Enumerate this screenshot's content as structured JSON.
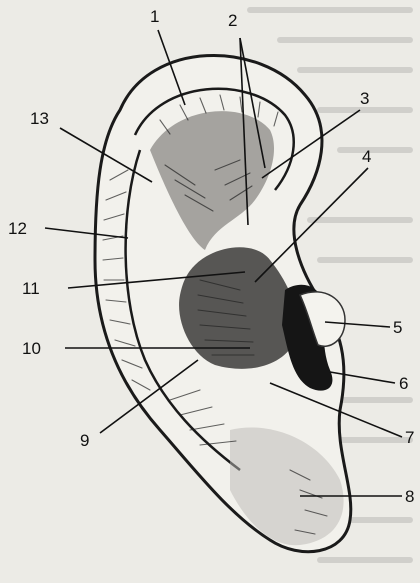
{
  "diagram": {
    "labels": [
      {
        "id": "1",
        "text": "1"
      },
      {
        "id": "2",
        "text": "2"
      },
      {
        "id": "3",
        "text": "3"
      },
      {
        "id": "4",
        "text": "4"
      },
      {
        "id": "5",
        "text": "5"
      },
      {
        "id": "6",
        "text": "6"
      },
      {
        "id": "7",
        "text": "7"
      },
      {
        "id": "8",
        "text": "8"
      },
      {
        "id": "9",
        "text": "9"
      },
      {
        "id": "10",
        "text": "10"
      },
      {
        "id": "11",
        "text": "11"
      },
      {
        "id": "12",
        "text": "12"
      },
      {
        "id": "13",
        "text": "13"
      }
    ]
  },
  "colors": {
    "paper": "#ecebe6",
    "ink": "#111111",
    "shadow": "#2a2a2a"
  }
}
